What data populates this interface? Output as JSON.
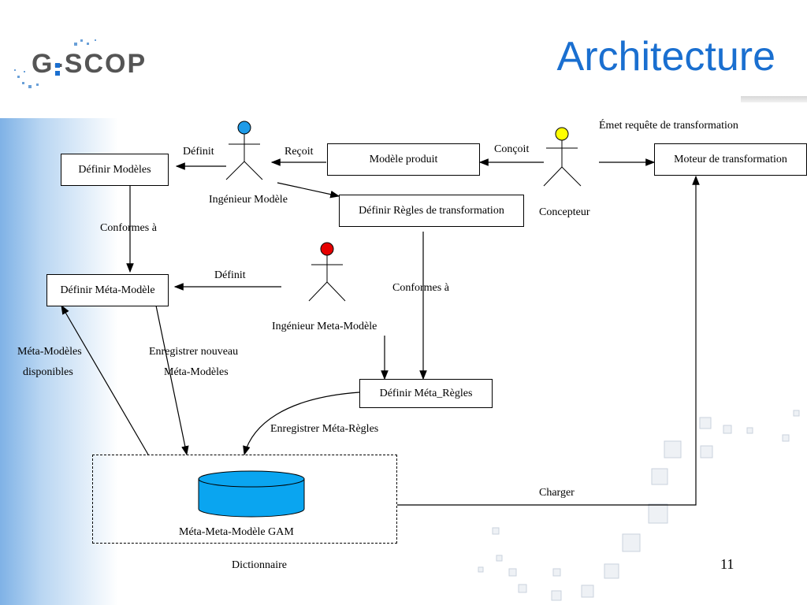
{
  "slide": {
    "title": "Architecture",
    "logo": "G-SCOP",
    "page_number": "11"
  },
  "diagram": {
    "boxes": {
      "definir_modeles": "Définir Modèles",
      "modele_produit": "Modèle produit",
      "moteur": "Moteur de transformation",
      "definir_regles": "Définir Règles de transformation",
      "definir_meta_modele": "Définir Méta-Modèle",
      "definir_meta_regles": "Définir Méta_Règles"
    },
    "actors": {
      "ingenieur_modele": {
        "label": "Ingénieur Modèle",
        "color": "#1e9be8"
      },
      "concepteur": {
        "label": "Concepteur",
        "color": "#ffff00"
      },
      "ingenieur_meta_modele": {
        "label": "Ingénieur Meta-Modèle",
        "color": "#e60000"
      }
    },
    "edges": {
      "definit_1": "Définit",
      "recoit": "Reçoit",
      "concoit": "Conçoit",
      "emet": "Émet requête de transformation",
      "conformes_1": "Conformes à",
      "definit_2": "Définit",
      "conformes_2": "Conformes à",
      "meta_modeles_dispo_1": "Méta-Modèles",
      "meta_modeles_dispo_2": "disponibles",
      "enregistrer_nouveau_1": "Enregistrer nouveau",
      "enregistrer_nouveau_2": "Méta-Modèles",
      "enregistrer_meta_regles": "Enregistrer Méta-Règles",
      "charger": "Charger"
    },
    "database": {
      "label": "Méta-Meta-Modèle GAM",
      "color": "#0aa5f0"
    },
    "dictionary_label": "Dictionnaire"
  }
}
